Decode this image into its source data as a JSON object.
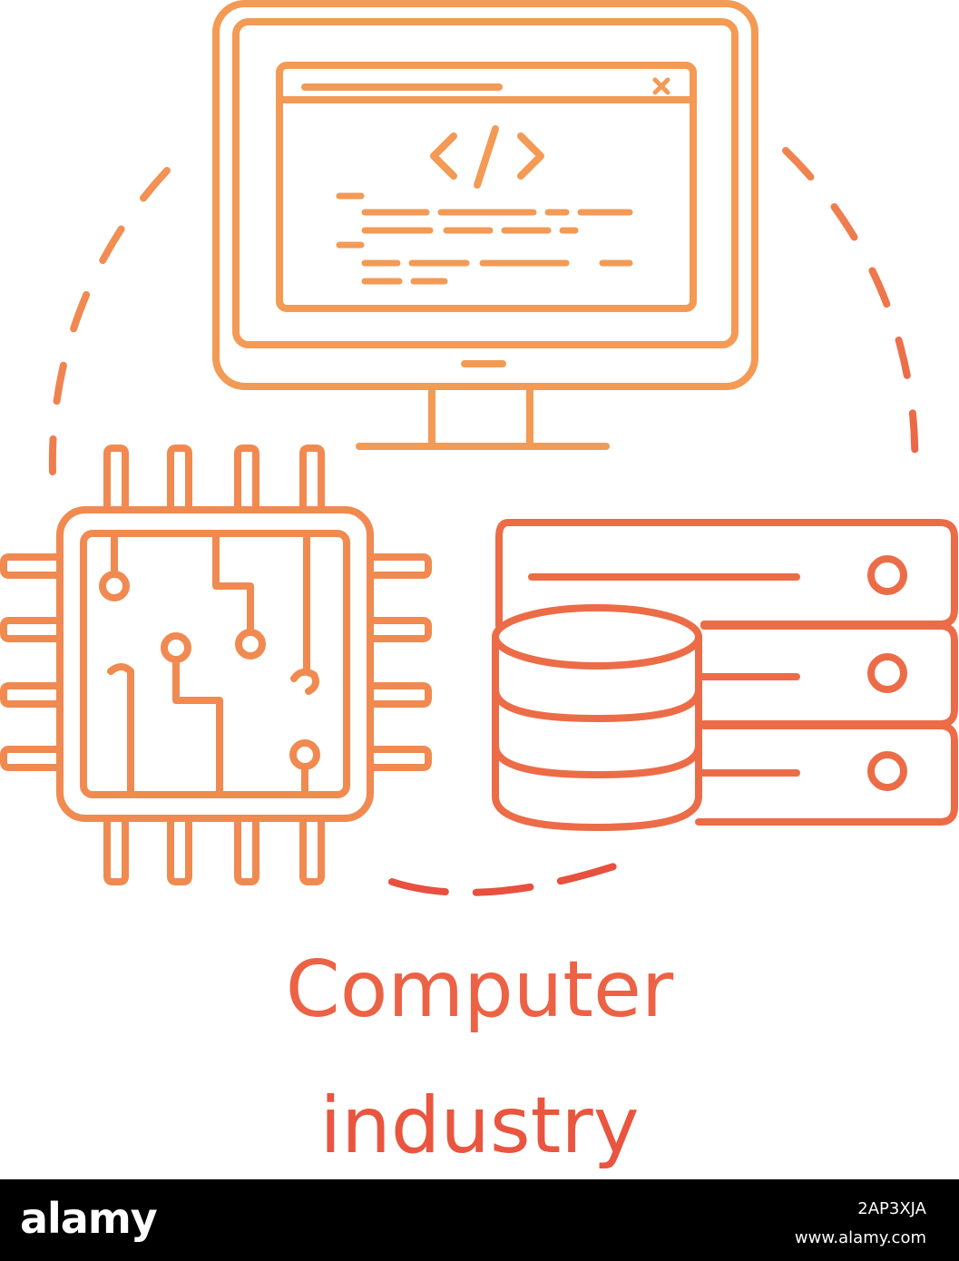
{
  "caption": {
    "line1": "Computer",
    "line2": "industry"
  },
  "footer": {
    "logo": "alamy",
    "image_id": "2AP3XJA",
    "url": "www.alamy.com"
  },
  "icons": {
    "monitor": "monitor-code-icon",
    "chip": "cpu-chip-icon",
    "database": "database-server-icon",
    "ring": "dashed-circle"
  },
  "colors": {
    "gradient_start": "#f5a65b",
    "gradient_end": "#e8503f",
    "footer_background": "#000000"
  }
}
